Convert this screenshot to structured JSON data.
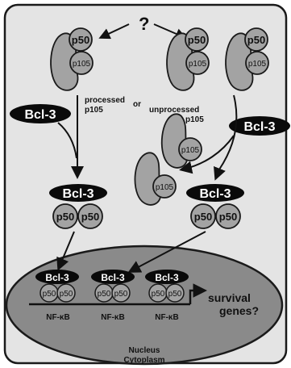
{
  "question_mark": "?",
  "subunits": {
    "p50": "p50",
    "p105": "p105",
    "bcl3": "Bcl-3",
    "nfkb": "NF-κB"
  },
  "labels": {
    "processed_line1": "processed",
    "processed_line2": "p105",
    "or": "or",
    "unprocessed_line1": "unprocessed",
    "unprocessed_line2": "p105",
    "survival_line1": "survival",
    "survival_line2": "genes?",
    "nucleus": "Nucleus",
    "cytoplasm": "Cytoplasm"
  },
  "colors": {
    "background": "#e4e4e4",
    "protein_fill": "#a3a3a3",
    "nucleus_fill": "#8a8a8a",
    "bcl3_fill": "#0a0a0a",
    "outline": "#1a1a1a"
  }
}
